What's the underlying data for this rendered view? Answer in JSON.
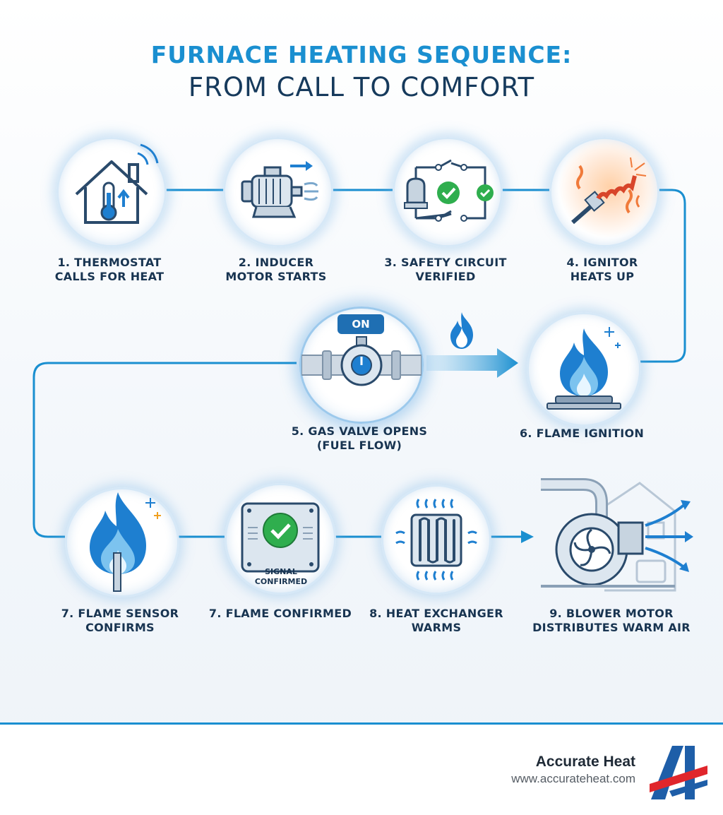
{
  "title": {
    "line1": "FURNACE HEATING SEQUENCE:",
    "line2": "FROM CALL TO COMFORT"
  },
  "steps": [
    {
      "line1": "1. THERMOSTAT",
      "line2": "CALLS FOR HEAT",
      "icon": "thermostat-house-icon"
    },
    {
      "line1": "2. INDUCER",
      "line2": "MOTOR STARTS",
      "icon": "inducer-motor-icon"
    },
    {
      "line1": "3. SAFETY CIRCUIT",
      "line2": "VERIFIED",
      "icon": "safety-circuit-icon"
    },
    {
      "line1": "4. IGNITOR",
      "line2": "HEATS UP",
      "icon": "ignitor-icon"
    },
    {
      "line1": "5. GAS VALVE OPENS",
      "line2": "(FUEL FLOW)",
      "icon": "gas-valve-icon",
      "badge": "ON"
    },
    {
      "line1": "6. FLAME IGNITION",
      "line2": "",
      "icon": "burner-flame-icon"
    },
    {
      "line1": "7. FLAME SENSOR",
      "line2": "CONFIRMS",
      "icon": "flame-sensor-icon"
    },
    {
      "line1": "7. FLAME CONFIRMED",
      "line2": "",
      "icon": "control-board-check-icon",
      "badge_line1": "SIGNAL",
      "badge_line2": "CONFIRMED"
    },
    {
      "line1": "8. HEAT EXCHANGER",
      "line2": "WARMS",
      "icon": "heat-exchanger-icon"
    },
    {
      "line1": "9. BLOWER MOTOR",
      "line2": "DISTRIBUTES WARM AIR",
      "icon": "blower-motor-icon"
    }
  ],
  "footer": {
    "brand": "Accurate Heat",
    "url": "www.accurateheat.com",
    "logo_icon": "accurate-heat-logo-icon"
  },
  "colors": {
    "title_blue": "#1a8fd0",
    "title_dark": "#163a5c",
    "flow_line": "#1a8fd0",
    "check_green": "#2fae4e",
    "ignitor_orange": "#f07a3a",
    "logo_red": "#e0262c",
    "logo_blue": "#1e5ea8"
  }
}
